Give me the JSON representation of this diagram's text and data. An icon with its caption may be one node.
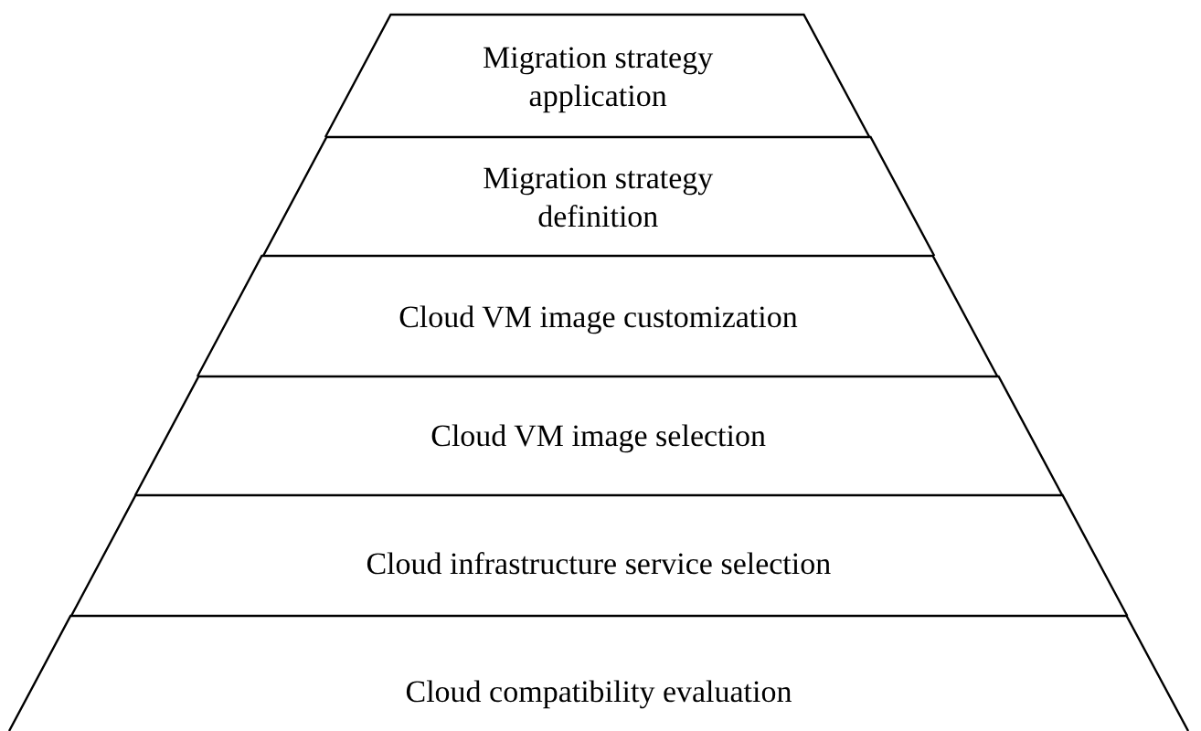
{
  "diagram": {
    "nodes": [
      {
        "text": [
          "Migration strategy application"
        ]
      },
      {
        "text": [
          "Migration strategy definition"
        ]
      },
      {
        "text": [
          "Cloud VM image customization"
        ]
      },
      {
        "text": [
          "Cloud VM image selection"
        ]
      },
      {
        "text": [
          "Cloud infrastructure service selection"
        ]
      },
      {
        "text": [
          "Cloud compatibility evaluation"
        ]
      }
    ]
  }
}
